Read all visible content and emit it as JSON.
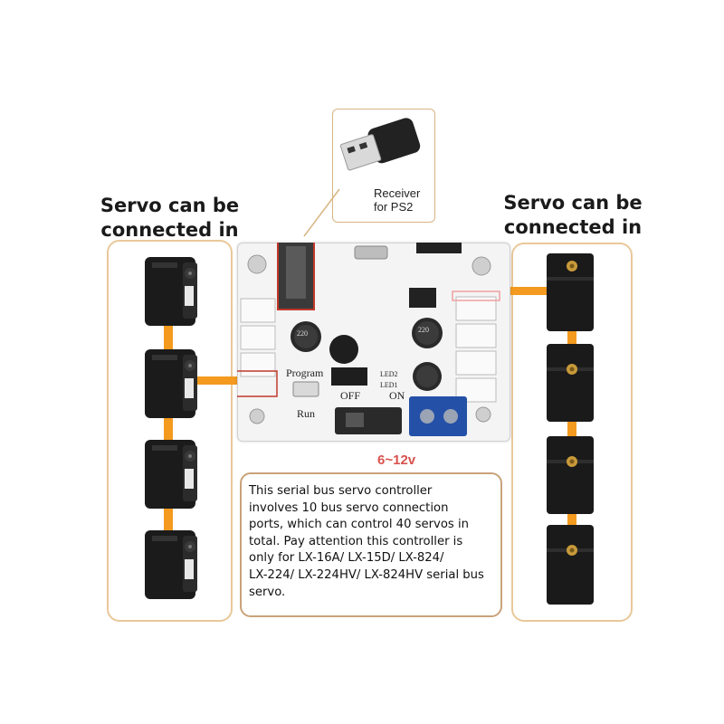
{
  "headings": {
    "left": [
      "Servo can be",
      "connected in series"
    ],
    "right": [
      "Servo can be",
      "connected in series"
    ]
  },
  "receiver": {
    "line1": "Receiver",
    "line2": "for PS2"
  },
  "board": {
    "program": "Program",
    "run": "Run",
    "off": "OFF",
    "on": "ON",
    "led2": "LED2",
    "led1": "LED1",
    "cap1": "220",
    "cap2": "220"
  },
  "voltage": "6~12v",
  "description": [
    "This serial bus servo controller",
    "involves 10 bus servo connection",
    "ports, which can control 40 servos in",
    "total. Pay attention this controller is",
    "only for LX-16A/ LX-15D/ LX-824/",
    "LX-224/ LX-224HV/ LX-824HV serial bus",
    "servo."
  ],
  "colors": {
    "wire": "#f39a1f",
    "panel_border": "#e9c89a",
    "highlight": "#c0392b",
    "voltage_text": "#d9534f"
  }
}
